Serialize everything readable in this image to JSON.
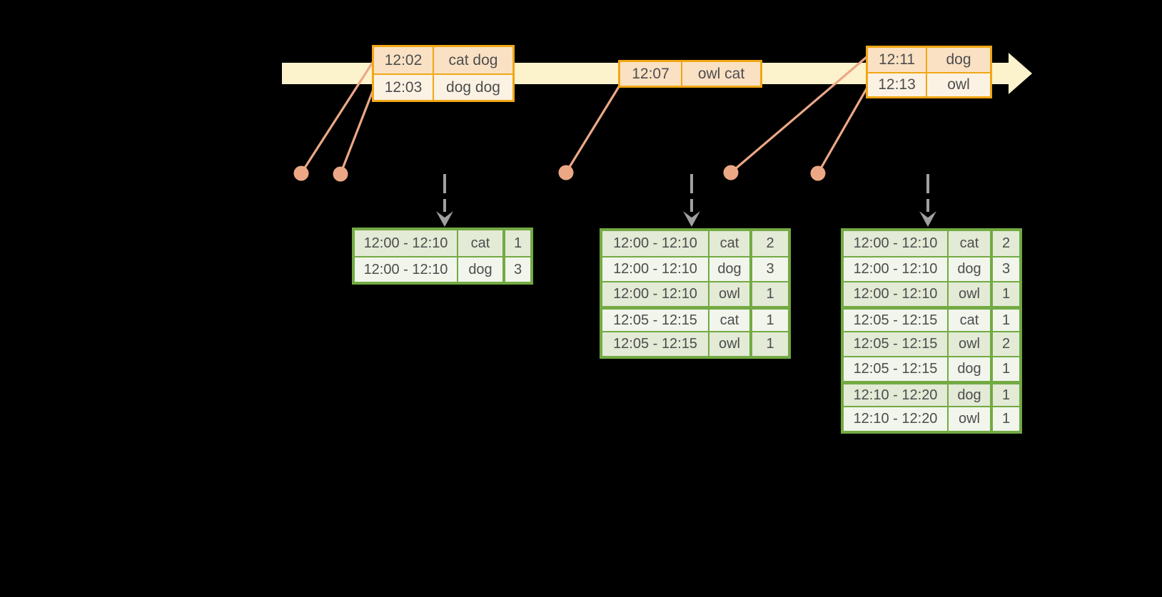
{
  "canvas": {
    "background": "#000000"
  },
  "palette": {
    "canvas_bg": "#000000",
    "timeline_band": "#FCF2CC",
    "event_border": "#F0A714",
    "event_row_dark": "#FAE1C4",
    "event_row_light": "#FCF2E4",
    "marker_salmon": "#ECA885",
    "trigger_gray": "#A0A0A0",
    "result_border": "#73AA43",
    "result_row_tint": "#E3EAD6",
    "result_row_light": "#F1F5EC",
    "cell_text": "#4D4D4D"
  },
  "event_tables": [
    {
      "name": "events-at-12-02",
      "rows": [
        {
          "time": "12:02",
          "words": "cat dog"
        },
        {
          "time": "12:03",
          "words": "dog dog"
        }
      ]
    },
    {
      "name": "events-at-12-07",
      "rows": [
        {
          "time": "12:07",
          "words": "owl cat"
        }
      ]
    },
    {
      "name": "events-at-12-11",
      "rows": [
        {
          "time": "12:11",
          "words": "dog"
        },
        {
          "time": "12:13",
          "words": "owl"
        }
      ]
    }
  ],
  "result_tables": [
    {
      "name": "result-table-1",
      "rows": [
        {
          "window": "12:00 - 12:10",
          "word": "cat",
          "count": "1"
        },
        {
          "window": "12:00 - 12:10",
          "word": "dog",
          "count": "3"
        }
      ]
    },
    {
      "name": "result-table-2",
      "rows": [
        {
          "window": "12:00 - 12:10",
          "word": "cat",
          "count": "2"
        },
        {
          "window": "12:00 - 12:10",
          "word": "dog",
          "count": "3"
        },
        {
          "window": "12:00 - 12:10",
          "word": "owl",
          "count": "1"
        },
        {
          "window": "12:05 - 12:15",
          "word": "cat",
          "count": "1"
        },
        {
          "window": "12:05 - 12:15",
          "word": "owl",
          "count": "1"
        }
      ]
    },
    {
      "name": "result-table-3",
      "rows": [
        {
          "window": "12:00 - 12:10",
          "word": "cat",
          "count": "2"
        },
        {
          "window": "12:00 - 12:10",
          "word": "dog",
          "count": "3"
        },
        {
          "window": "12:00 - 12:10",
          "word": "owl",
          "count": "1"
        },
        {
          "window": "12:05 - 12:15",
          "word": "cat",
          "count": "1"
        },
        {
          "window": "12:05 - 12:15",
          "word": "owl",
          "count": "2"
        },
        {
          "window": "12:05 - 12:15",
          "word": "dog",
          "count": "1"
        },
        {
          "window": "12:10 - 12:20",
          "word": "dog",
          "count": "1"
        },
        {
          "window": "12:10 - 12:20",
          "word": "owl",
          "count": "1"
        }
      ]
    }
  ]
}
